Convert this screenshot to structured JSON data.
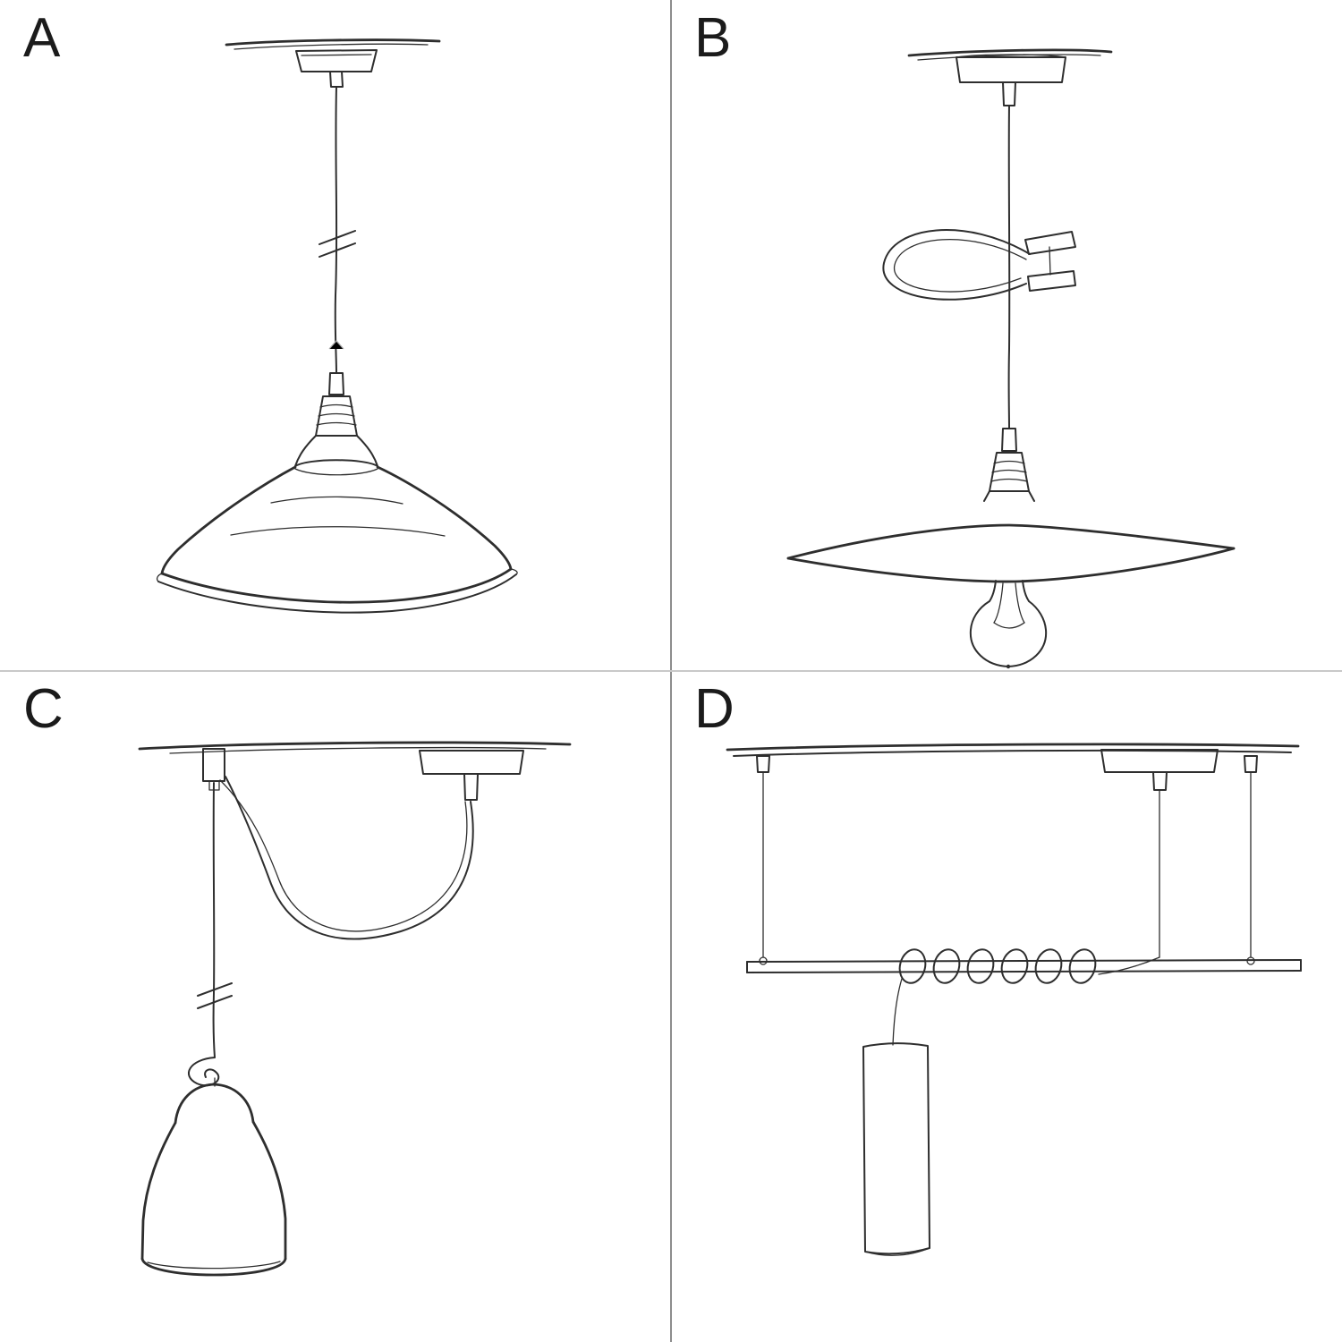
{
  "colors": {
    "background": "#ffffff",
    "ink": "#2e2e2e",
    "divider_vertical": "#8d8d8d",
    "divider_horizontal": "#c9c9c9"
  },
  "panels": [
    {
      "label": "A",
      "sketch": "pendant-with-bowl-shade-sketch"
    },
    {
      "label": "B",
      "sketch": "pendant-with-flat-plate-shade-and-bulb-sketch"
    },
    {
      "label": "C",
      "sketch": "swag-pendant-with-bell-shade-and-knot-sketch"
    },
    {
      "label": "D",
      "sketch": "bar-suspension-with-coiled-cable-and-tube-shade-sketch"
    }
  ]
}
